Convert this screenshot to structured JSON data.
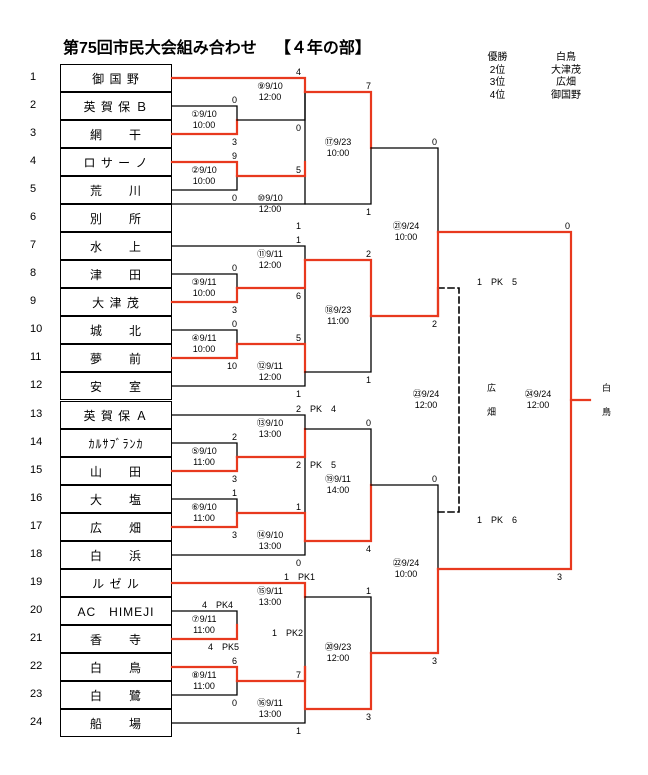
{
  "header": {
    "title": "第75回市民大会組み合わせ",
    "division": "【４年の部】"
  },
  "rankings": [
    {
      "label": "優勝",
      "team": "白鳥"
    },
    {
      "label": "2位",
      "team": "大津茂"
    },
    {
      "label": "3位",
      "team": "広畑"
    },
    {
      "label": "4位",
      "team": "御国野"
    }
  ],
  "teams": [
    {
      "num": "1",
      "name": "御 国 野"
    },
    {
      "num": "2",
      "name": "英 賀 保 Ｂ"
    },
    {
      "num": "3",
      "name": "網　　干"
    },
    {
      "num": "4",
      "name": "ロ サ ー ノ"
    },
    {
      "num": "5",
      "name": "荒　　川"
    },
    {
      "num": "6",
      "name": "別　　所"
    },
    {
      "num": "7",
      "name": "水　　上"
    },
    {
      "num": "8",
      "name": "津　　田"
    },
    {
      "num": "9",
      "name": "大 津 茂"
    },
    {
      "num": "10",
      "name": "城　　北"
    },
    {
      "num": "11",
      "name": "夢　　前"
    },
    {
      "num": "12",
      "name": "安　　室"
    },
    {
      "num": "13",
      "name": "英 賀 保 Ａ"
    },
    {
      "num": "14",
      "name": "ｶﾙｻﾌﾞﾗﾝｶ"
    },
    {
      "num": "15",
      "name": "山　　田"
    },
    {
      "num": "16",
      "name": "大　　塩"
    },
    {
      "num": "17",
      "name": "広　　畑"
    },
    {
      "num": "18",
      "name": "白　　浜"
    },
    {
      "num": "19",
      "name": "ル ゼ ル"
    },
    {
      "num": "20",
      "name": "AC　HIMEJI"
    },
    {
      "num": "21",
      "name": "香　　寺"
    },
    {
      "num": "22",
      "name": "白　　鳥"
    },
    {
      "num": "23",
      "name": "白　　鷺"
    },
    {
      "num": "24",
      "name": "船　　場"
    }
  ],
  "matches": {
    "m1": {
      "id": "①9/10",
      "time": "10:00",
      "top": "0",
      "bottom": "3"
    },
    "m2": {
      "id": "②9/10",
      "time": "10:00",
      "top": "9",
      "bottom": "0"
    },
    "m3": {
      "id": "③9/11",
      "time": "10:00",
      "top": "0",
      "bottom": "3"
    },
    "m4": {
      "id": "④9/11",
      "time": "10:00",
      "top": "0",
      "bottom": "10"
    },
    "m5": {
      "id": "⑤9/10",
      "time": "11:00",
      "top": "2",
      "bottom": "3"
    },
    "m6": {
      "id": "⑥9/10",
      "time": "11:00",
      "top": "1",
      "bottom": "3"
    },
    "m7": {
      "id": "⑦9/11",
      "time": "11:00",
      "top": "4　PK4",
      "bottom": "4　PK5"
    },
    "m8": {
      "id": "⑧9/11",
      "time": "11:00",
      "top": "6",
      "bottom": "0"
    },
    "m9": {
      "id": "⑨9/10",
      "time": "12:00",
      "top": "4",
      "bottom": "0"
    },
    "m10": {
      "id": "⑩9/10",
      "time": "12:00",
      "top": "5",
      "bottom": "1"
    },
    "m11": {
      "id": "⑪9/11",
      "time": "12:00",
      "top": "1",
      "bottom": "6"
    },
    "m12": {
      "id": "⑫9/11",
      "time": "12:00",
      "top": "5",
      "bottom": "1"
    },
    "m13": {
      "id": "⑬9/10",
      "time": "13:00",
      "top": "2　PK　4",
      "bottom": "2　PK　5"
    },
    "m14": {
      "id": "⑭9/10",
      "time": "13:00",
      "top": "1",
      "bottom": "0"
    },
    "m15": {
      "id": "⑮9/11",
      "time": "13:00",
      "top": "1　PK1",
      "bottom": "1　PK2"
    },
    "m16": {
      "id": "⑯9/11",
      "time": "13:00",
      "top": "7",
      "bottom": "1"
    },
    "m17": {
      "id": "⑰9/23",
      "time": "10:00",
      "top": "7",
      "bottom": "1"
    },
    "m18": {
      "id": "⑱9/23",
      "time": "11:00",
      "top": "2",
      "bottom": "1"
    },
    "m19": {
      "id": "⑲9/11",
      "time": "14:00",
      "top": "0",
      "bottom": "4"
    },
    "m20": {
      "id": "⑳9/23",
      "time": "12:00",
      "top": "1",
      "bottom": "3"
    },
    "m21": {
      "id": "㉑9/24",
      "time": "10:00",
      "top": "0",
      "bottom": "2"
    },
    "m22": {
      "id": "㉒9/24",
      "time": "10:00",
      "top": "0",
      "bottom": "3"
    },
    "m23": {
      "id": "㉓9/24",
      "time": "12:00",
      "top": "1　PK　5",
      "bottom": "1　PK　6",
      "team_top": "広",
      "team_bottom": "畑"
    },
    "m24": {
      "id": "㉔9/24",
      "time": "12:00",
      "top": "0",
      "bottom": "3",
      "champion_top": "白",
      "champion_bottom": "鳥"
    }
  }
}
